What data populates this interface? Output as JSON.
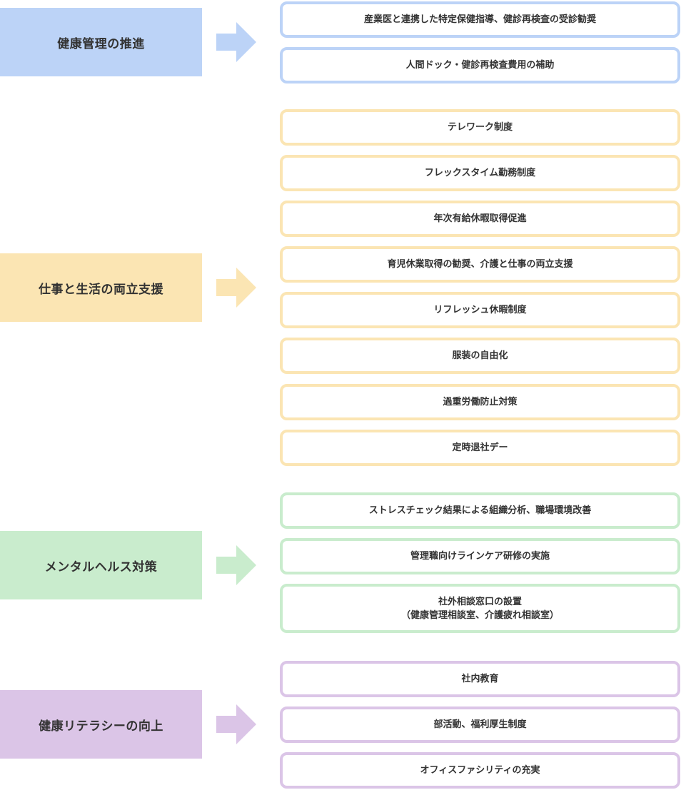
{
  "colors": {
    "blue": "#bcd3f7",
    "yellow": "#fbe5b3",
    "green": "#c9eccd",
    "purple": "#dbc5e7",
    "text": "#333333"
  },
  "sections": [
    {
      "title": "健康管理の推進",
      "items": [
        "産業医と連携した特定保健指導、健診再検査の受診勧奨",
        "人間ドック・健診再検査費用の補助"
      ]
    },
    {
      "title": "仕事と生活の両立支援",
      "items": [
        "テレワーク制度",
        "フレックスタイム勤務制度",
        "年次有給休暇取得促進",
        "育児休業取得の勧奨、介護と仕事の両立支援",
        "リフレッシュ休暇制度",
        "服装の自由化",
        "過重労働防止対策",
        "定時退社デー"
      ]
    },
    {
      "title": "メンタルヘルス対策",
      "items": [
        "ストレスチェック結果による組織分析、職場環境改善",
        "管理職向けラインケア研修の実施",
        [
          "社外相談窓口の設置",
          "（健康管理相談室、介護疲れ相談室）"
        ]
      ]
    },
    {
      "title": "健康リテラシーの向上",
      "items": [
        "社内教育",
        "部活動、福利厚生制度",
        "オフィスファシリティの充実"
      ]
    }
  ]
}
